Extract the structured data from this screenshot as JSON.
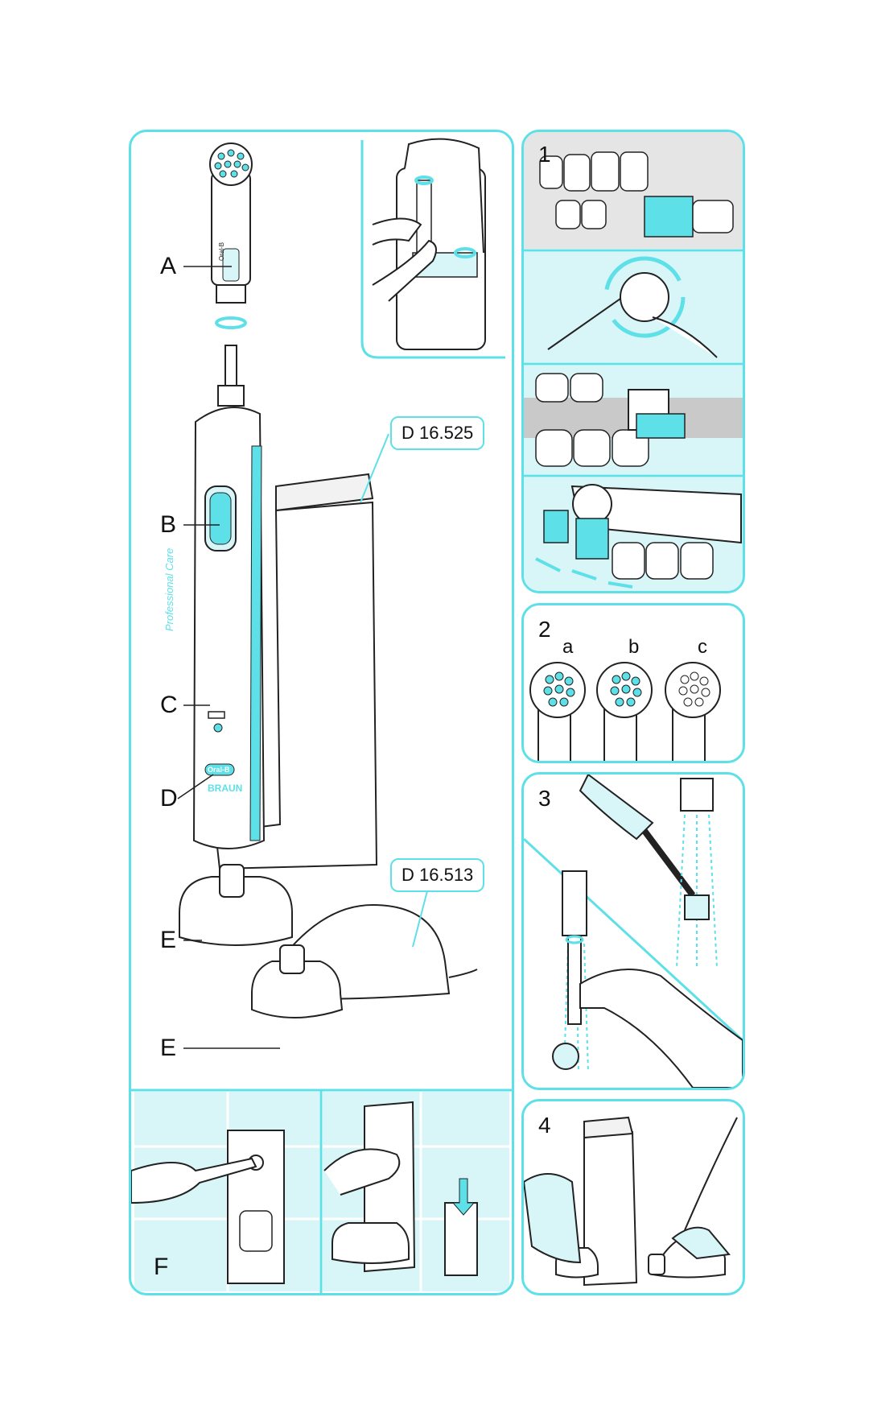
{
  "main_panel": {
    "part_labels": [
      "A",
      "B",
      "C",
      "D",
      "E",
      "E",
      "F"
    ],
    "model_callouts": [
      "D 16.525",
      "D 16.513"
    ],
    "handle_text": {
      "product_line": "Professional Care",
      "brand_1": "Oral-B",
      "brand_2": "BRAUN",
      "brush_head_text": "Oral-B"
    }
  },
  "steps": {
    "step1": {
      "number": "1"
    },
    "step2": {
      "number": "2",
      "sub_labels": [
        "a",
        "b",
        "c"
      ]
    },
    "step3": {
      "number": "3"
    },
    "step4": {
      "number": "4"
    }
  },
  "colors": {
    "accent": "#5ee0e8",
    "fill_light": "#d8f5f8",
    "line": "#222222"
  }
}
